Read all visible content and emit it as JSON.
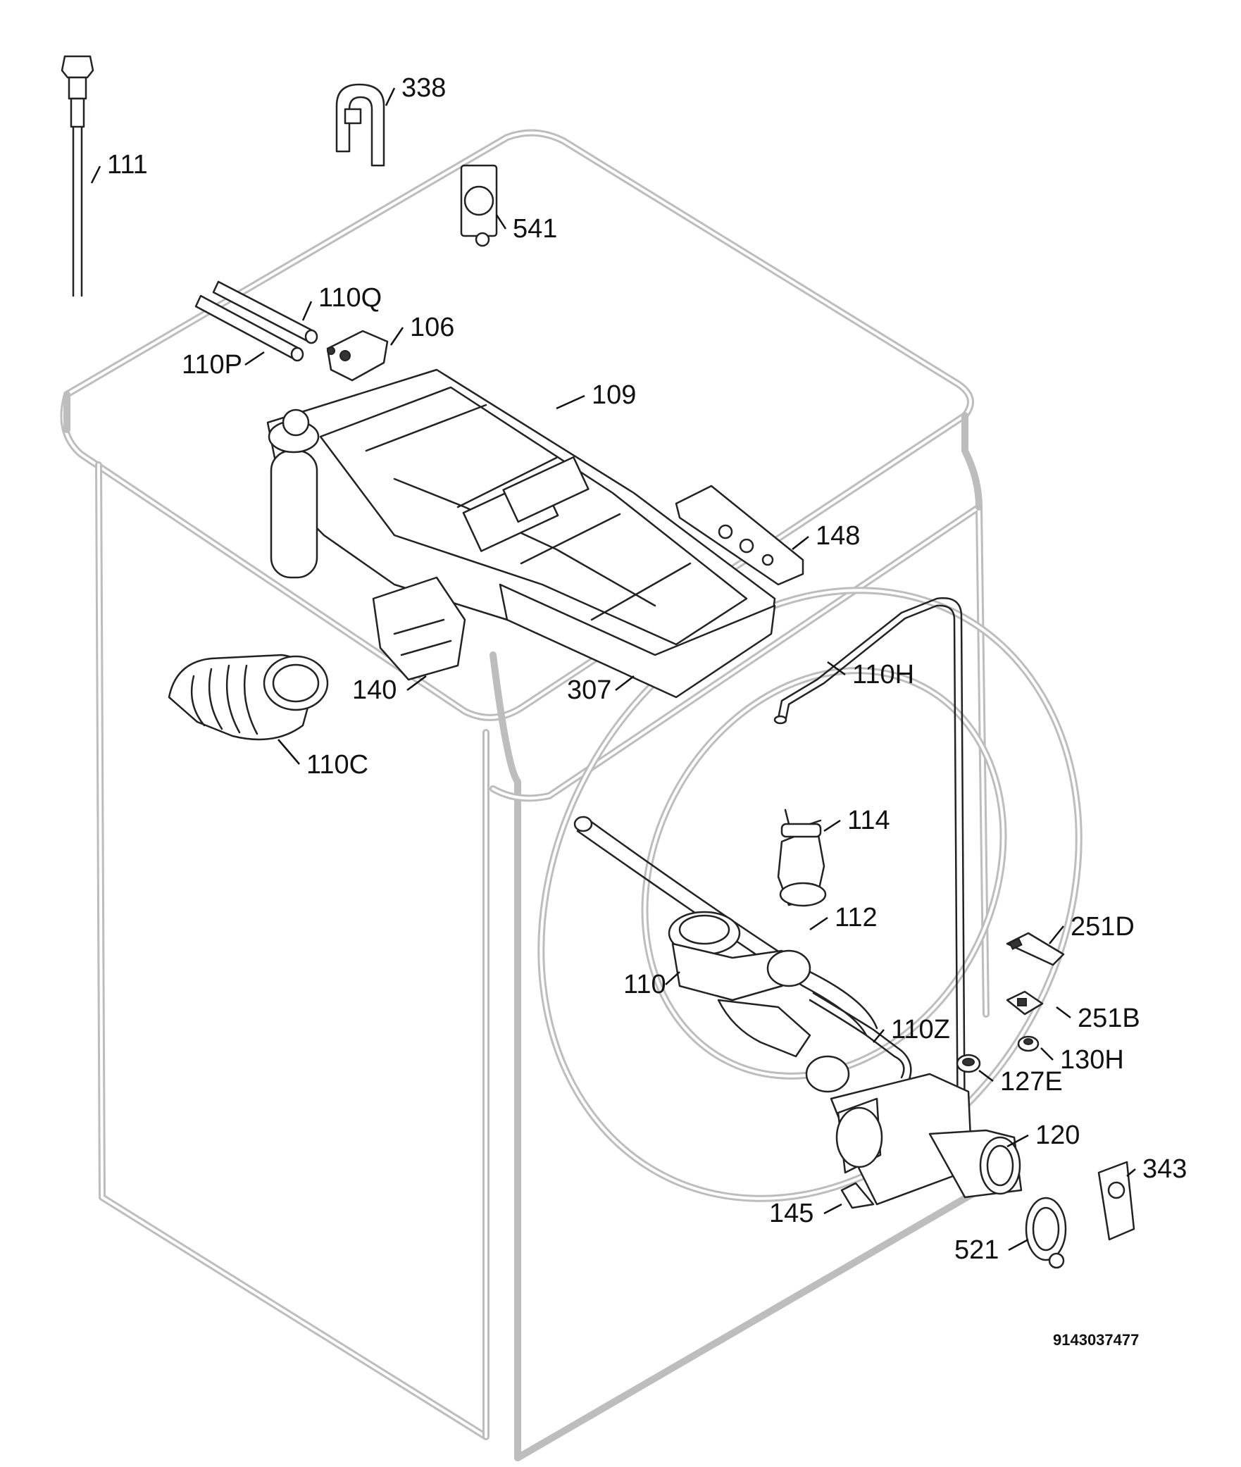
{
  "labels": {
    "p111": "111",
    "p338": "338",
    "p541": "541",
    "p110q": "110Q",
    "p110p": "110P",
    "p106": "106",
    "p109": "109",
    "p148": "148",
    "p140": "140",
    "p307": "307",
    "p110h": "110H",
    "p110c": "110C",
    "p114": "114",
    "p112": "112",
    "p110": "110",
    "p251d": "251D",
    "p251b": "251B",
    "p110z": "110Z",
    "p130h": "130H",
    "p127e": "127E",
    "p120": "120",
    "p343": "343",
    "p145": "145",
    "p521": "521"
  },
  "document_number": "9143037477"
}
